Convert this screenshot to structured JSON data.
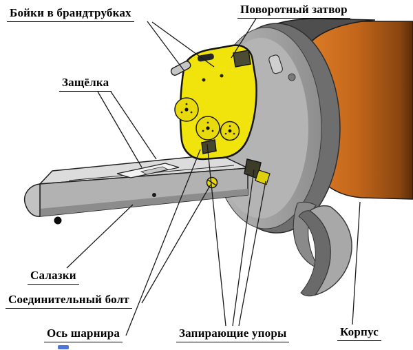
{
  "figure": {
    "labels": {
      "firing_pins": "Бойки в брандтрубках",
      "rotary_bolt": "Поворотный затвор",
      "latch": "Защёлка",
      "sled": "Салазки",
      "connecting_bolt": "Соединительный болт",
      "hinge_axis": "Ось шарнира",
      "locking_lugs": "Запирающие упоры",
      "body": "Корпус"
    },
    "colors": {
      "bolt_face_yellow": "#f1e40c",
      "body_orange": "#c4661a",
      "metal_light": "#dcdcdc",
      "metal_mid": "#a6a6a6",
      "metal_dark": "#4e4e4e",
      "outline": "#1a1a1a",
      "background": "#ffffff"
    }
  }
}
